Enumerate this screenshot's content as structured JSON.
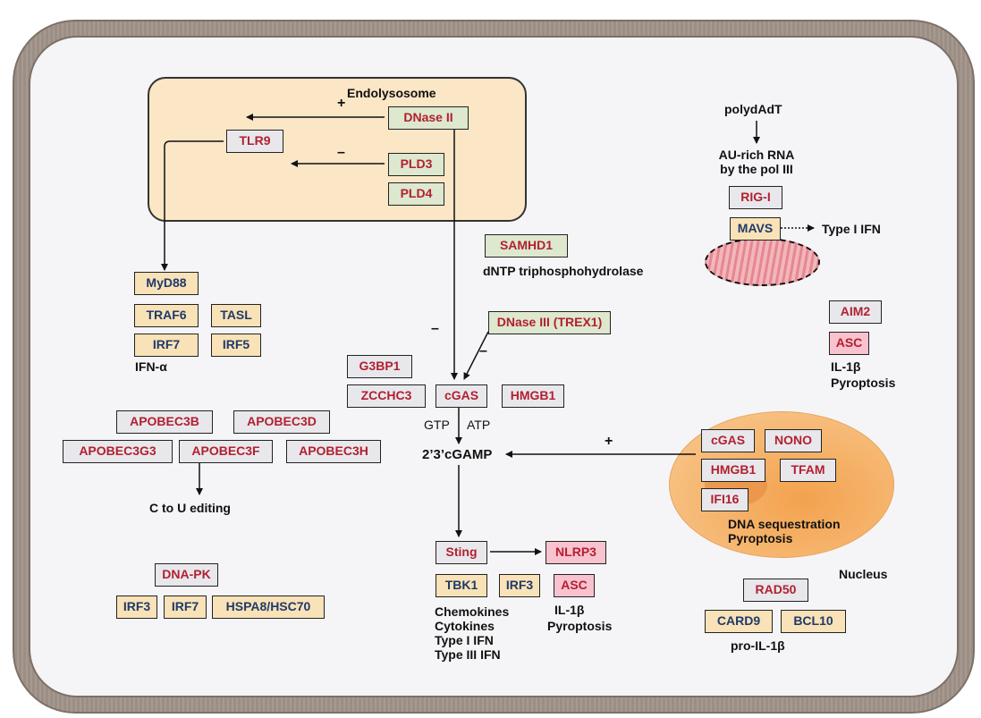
{
  "compartments": {
    "endolysosome": "Endolysosome",
    "nucleus": "Nucleus"
  },
  "boxes": {
    "dnase2": "DNase II",
    "tlr9": "TLR9",
    "pld3": "PLD3",
    "pld4": "PLD4",
    "myd88": "MyD88",
    "traf6": "TRAF6",
    "tasl": "TASL",
    "irf7_a": "IRF7",
    "irf5": "IRF5",
    "samhd1": "SAMHD1",
    "dnase3": "DNase III (TREX1)",
    "g3bp1": "G3BP1",
    "zcchc3": "ZCCHC3",
    "cgas": "cGAS",
    "hmgb1": "HMGB1",
    "apobec3b": "APOBEC3B",
    "apobec3d": "APOBEC3D",
    "apobec3g3": "APOBEC3G3",
    "apobec3f": "APOBEC3F",
    "apobec3h": "APOBEC3H",
    "dnapk": "DNA-PK",
    "irf3_a": "IRF3",
    "irf7_b": "IRF7",
    "hspa8": "HSPA8/HSC70",
    "sting": "Sting",
    "nlrp3": "NLRP3",
    "tbk1": "TBK1",
    "irf3_b": "IRF3",
    "asc_b": "ASC",
    "rigi": "RIG-I",
    "mavs": "MAVS",
    "aim2": "AIM2",
    "asc_a": "ASC",
    "n_cgas": "cGAS",
    "n_nono": "NONO",
    "n_hmgb1": "HMGB1",
    "n_tfam": "TFAM",
    "n_ifi16": "IFI16",
    "rad50": "RAD50",
    "card9": "CARD9",
    "bcl10": "BCL10"
  },
  "labels": {
    "plus_dnase": "+",
    "minus_pld": "–",
    "polydadt": "polydAdT",
    "au_rich": "AU-rich RNA",
    "by_pol3": "by the pol III",
    "type1_ifn_mavs": "Type I IFN",
    "dntp": "dNTP triphosphohydrolase",
    "ifn_alpha": "IFN-α",
    "minus_cgas": "–",
    "minus_trex1": "–",
    "gtp": "GTP",
    "atp": "ATP",
    "cgamp": "2’3’cGAMP",
    "plus_nucleus": "+",
    "c_to_u": "C to U editing",
    "il1b_aim2": "IL-1β",
    "pyro_aim2": "Pyroptosis",
    "dna_seq": "DNA sequestration",
    "pyro_nuc": "Pyroptosis",
    "chemokines": "Chemokines",
    "cytokines": "Cytokines",
    "type1_ifn": "Type I IFN",
    "type3_ifn": "Type III IFN",
    "il1b_sting": "IL-1β",
    "pyro_sting": "Pyroptosis",
    "pro_il1b": "pro-IL-1β"
  }
}
